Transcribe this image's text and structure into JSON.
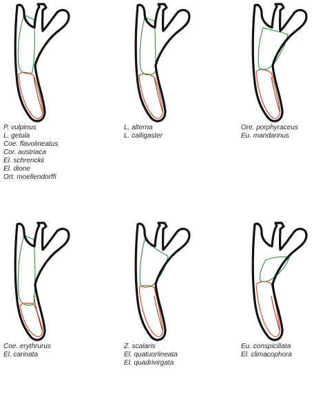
{
  "panels": [
    {
      "id": "p1",
      "species": [
        "P. vulpinus",
        "L. getula",
        "Coe. flavolineatus",
        "Cor. austriaca",
        "El. schrenckii",
        "El. dione",
        "Ort. moellendorffi"
      ]
    },
    {
      "id": "p2",
      "species": [
        "L. alterna",
        "L. calligaster"
      ]
    },
    {
      "id": "p3",
      "species": [
        "Ore. porphyraceus",
        "Eu. mandarinus"
      ]
    },
    {
      "id": "p4",
      "species": [
        "Coe. erythrurus",
        "El. carinata"
      ]
    },
    {
      "id": "p5",
      "species": [
        "Z. scalaris",
        "El. quatuorlineata",
        "El. quadrivirgata"
      ]
    },
    {
      "id": "p6",
      "species": [
        "Eu. conspicillata",
        "El. climacophora"
      ]
    }
  ],
  "colors": {
    "outline": "#111111",
    "green_region": "#2e8b3a",
    "red_region": "#d2462a"
  }
}
